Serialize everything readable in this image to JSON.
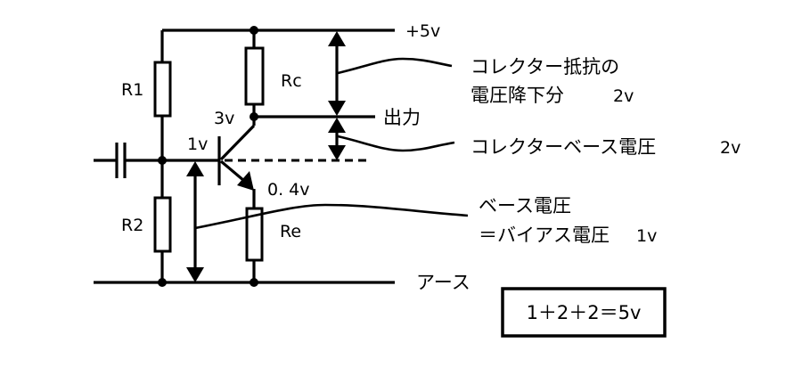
{
  "diagram": {
    "type": "transistor-bias-circuit",
    "colors": {
      "ink": "#000000",
      "background": "#ffffff"
    },
    "components": {
      "r1": "R1",
      "r2": "R2",
      "rc": "Rc",
      "re": "Re"
    },
    "rails": {
      "supply": "+5v",
      "ground": "アース",
      "output": "出力"
    },
    "node_voltages": {
      "collector": "3v",
      "base": "1v",
      "emitter": "0. 4v"
    },
    "annotations": {
      "collector_drop_line1": "コレクター抵抗の",
      "collector_drop_line2": "電圧降下分",
      "collector_drop_value": "2v",
      "collector_base": "コレクターベース電圧",
      "collector_base_value": "2v",
      "base_line1": "ベース電圧",
      "base_line2": "＝バイアス電圧",
      "base_value": "1v"
    },
    "summary_equation": "1＋2＋2＝5v"
  }
}
